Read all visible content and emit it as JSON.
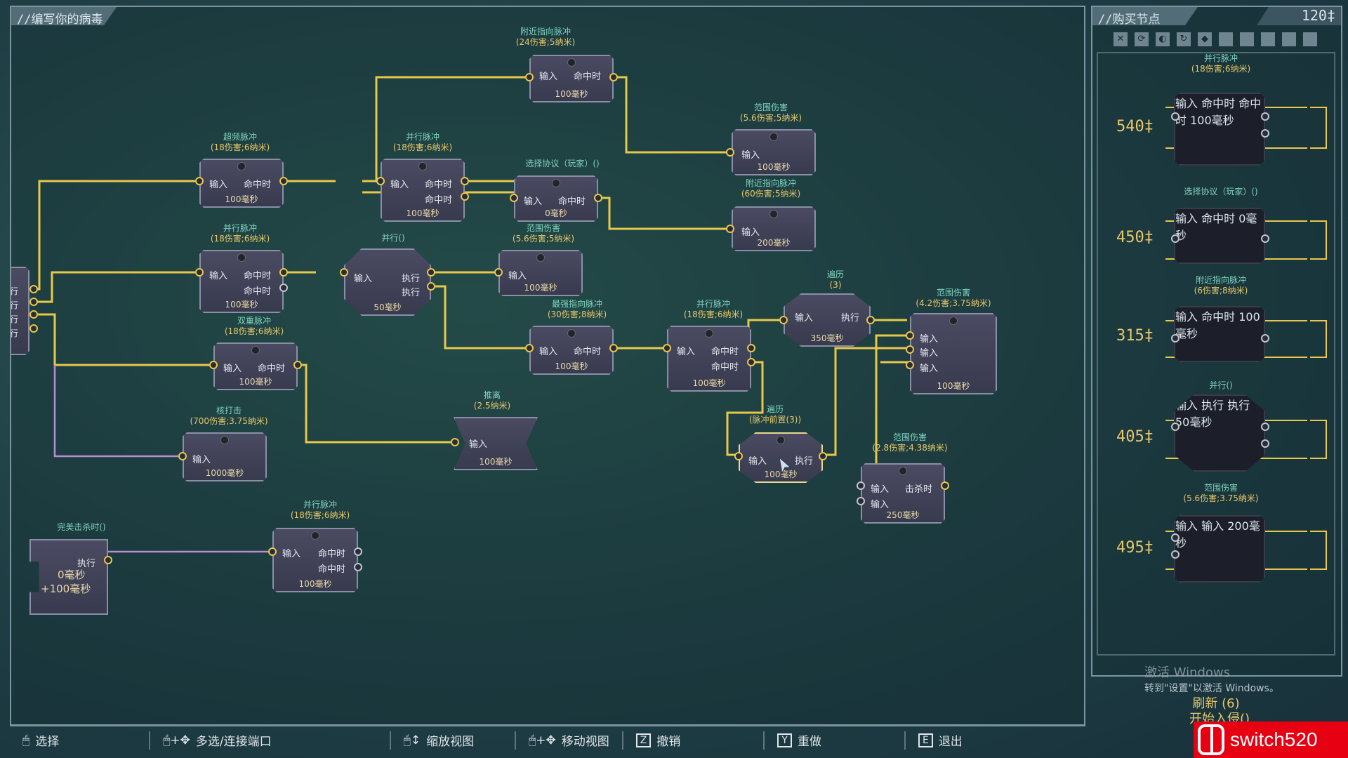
{
  "editor": {
    "title": "//编写你的病毒"
  },
  "nodes": [
    {
      "title": "附近指向脉冲",
      "sub": "(24伤害;5纳米)",
      "in": "输入",
      "out": "命中时",
      "time": "100毫秒"
    },
    {
      "title": "范围伤害",
      "sub": "(5.6伤害;5纳米)",
      "in": "输入",
      "time": "100毫秒"
    },
    {
      "title": "附近指向脉冲",
      "sub": "(60伤害;5纳米)",
      "in": "输入",
      "time": "200毫秒"
    },
    {
      "title": "超频脉冲",
      "sub": "(18伤害;6纳米)",
      "in": "输入",
      "out": "命中时",
      "time": "100毫秒"
    },
    {
      "title": "并行脉冲",
      "sub": "(18伤害;6纳米)",
      "in": "输入",
      "out1": "命中时",
      "out2": "命中时",
      "time": "100毫秒"
    },
    {
      "title": "选择协议（玩家）()",
      "in": "输入",
      "out": "命中时",
      "time": "0毫秒"
    },
    {
      "title": "并行脉冲",
      "sub": "(18伤害;6纳米)",
      "in": "输入",
      "out1": "命中时",
      "out2": "命中时",
      "time": "100毫秒"
    },
    {
      "title": "并行()",
      "in": "输入",
      "out1": "执行",
      "out2": "执行",
      "time": "50毫秒"
    },
    {
      "title": "范围伤害",
      "sub": "(5.6伤害;5纳米)",
      "in": "输入",
      "time": "100毫秒"
    },
    {
      "title": "双重脉冲",
      "sub": "(18伤害;6纳米)",
      "in": "输入",
      "out": "命中时",
      "time": "100毫秒"
    },
    {
      "title": "最强指向脉冲",
      "sub": "(30伤害;8纳米)",
      "in": "输入",
      "out": "命中时",
      "time": "100毫秒"
    },
    {
      "title": "并行脉冲",
      "sub": "(18伤害;6纳米)",
      "in": "输入",
      "out1": "命中时",
      "out2": "命中时",
      "time": "100毫秒"
    },
    {
      "title": "遍历",
      "sub": "(3)",
      "in": "输入",
      "out": "执行",
      "time": "350毫秒"
    },
    {
      "title": "范围伤害",
      "sub": "(4.2伤害;3.75纳米)",
      "in1": "输入",
      "in2": "输入",
      "in3": "输入",
      "time": "100毫秒"
    },
    {
      "title": "核打击",
      "sub": "(700伤害;3.75纳米)",
      "in": "输入",
      "time": "1000毫秒"
    },
    {
      "title": "推离",
      "sub": "(2.5纳米)",
      "in": "输入",
      "time": "100毫秒"
    },
    {
      "title": "遍历",
      "sub": "(脉冲前置(3))",
      "in": "输入",
      "out": "执行",
      "time": "100毫秒"
    },
    {
      "title": "范围伤害",
      "sub": "(2.8伤害;4.38纳米)",
      "in1": "输入",
      "in2": "输入",
      "out": "击杀时",
      "time": "250毫秒"
    },
    {
      "title": "完美击杀时()",
      "out": "执行",
      "time1": "0毫秒",
      "time2": "+100毫秒"
    },
    {
      "title": "并行脉冲",
      "sub": "(18伤害;6纳米)",
      "in": "输入",
      "out1": "命中时",
      "out2": "命中时",
      "time": "100毫秒"
    }
  ],
  "left_stub": {
    "ports": [
      "行",
      "行",
      "行",
      "行"
    ]
  },
  "hints": [
    {
      "label": "选择",
      "icon": "mouse-left-icon"
    },
    {
      "label": "多选/连接端口",
      "icon": "mouse-drag-icon"
    },
    {
      "label": "缩放视图",
      "icon": "mouse-wheel-icon"
    },
    {
      "label": "移动视图",
      "icon": "mouse-move-icon"
    },
    {
      "label": "撤销",
      "key": "Z"
    },
    {
      "label": "重做",
      "key": "Y"
    },
    {
      "label": "退出",
      "key": "E"
    }
  ],
  "shop": {
    "title": "//购买节点",
    "money": "120‡",
    "tools": [
      "✕",
      "⟳",
      "◐",
      "↻",
      "◆",
      "",
      "",
      "",
      "",
      ""
    ],
    "items": [
      {
        "title": "并行脉冲",
        "sub": "(18伤害;6纳米)",
        "price": "540‡",
        "in": "输入",
        "out1": "命中时",
        "out2": "命中时",
        "time": "100毫秒"
      },
      {
        "title": "选择协议（玩家）()",
        "price": "450‡",
        "in": "输入",
        "out1": "命中时",
        "time": "0毫秒"
      },
      {
        "title": "附近指向脉冲",
        "sub": "(6伤害;8纳米)",
        "price": "315‡",
        "in": "输入",
        "out1": "命中时",
        "time": "100毫秒"
      },
      {
        "title": "并行()",
        "price": "405‡",
        "in": "输入",
        "out1": "执行",
        "out2": "执行",
        "time": "50毫秒"
      },
      {
        "title": "范围伤害",
        "sub": "(5.6伤害;3.75纳米)",
        "price": "495‡",
        "in": "输入",
        "in2": "输入",
        "time": "200毫秒"
      }
    ],
    "refresh": "刷新 (6)"
  },
  "watermark": {
    "line1": "激活 Windows",
    "line2": "转到\"设置\"以激活 Windows。"
  },
  "start_label": "开始入侵()",
  "badge": {
    "text": "switch520"
  },
  "colors": {
    "wire_active": "#e8c84a",
    "wire_idle": "#b58fd0",
    "accent": "#7fd3bd"
  }
}
